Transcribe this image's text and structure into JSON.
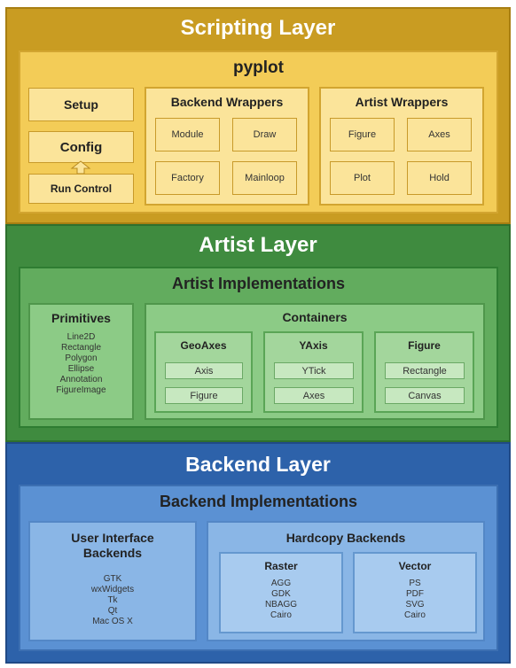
{
  "scripting_layer": {
    "title": "Scripting Layer",
    "pyplot": {
      "title": "pyplot",
      "setup": "Setup",
      "config": "Config",
      "run_control": "Run Control",
      "backend_wrappers": {
        "title": "Backend Wrappers",
        "items": [
          "Module",
          "Draw",
          "Factory",
          "Mainloop"
        ]
      },
      "artist_wrappers": {
        "title": "Artist Wrappers",
        "items": [
          "Figure",
          "Axes",
          "Plot",
          "Hold"
        ]
      }
    }
  },
  "artist_layer": {
    "title": "Artist Layer",
    "implementations": {
      "title": "Artist Implementations",
      "primitives": {
        "title": "Primitives",
        "items": [
          "Line2D",
          "Rectangle",
          "Polygon",
          "Ellipse",
          "Annotation",
          "FigureImage"
        ]
      },
      "containers": {
        "title": "Containers",
        "geoaxes": {
          "title": "GeoAxes",
          "items": [
            "Axis",
            "Figure"
          ]
        },
        "yaxis": {
          "title": "YAxis",
          "items": [
            "YTick",
            "Axes"
          ]
        },
        "figure": {
          "title": "Figure",
          "items": [
            "Rectangle",
            "Canvas"
          ]
        }
      }
    }
  },
  "backend_layer": {
    "title": "Backend Layer",
    "implementations": {
      "title": "Backend Implementations",
      "ui": {
        "title_line1": "User Interface",
        "title_line2": "Backends",
        "items": [
          "GTK",
          "wxWidgets",
          "Tk",
          "Qt",
          "Mac OS X"
        ]
      },
      "hardcopy": {
        "title": "Hardcopy Backends",
        "raster": {
          "title": "Raster",
          "items": [
            "AGG",
            "GDK",
            "NBAGG",
            "Cairo"
          ]
        },
        "vector": {
          "title": "Vector",
          "items": [
            "PS",
            "PDF",
            "SVG",
            "Cairo"
          ]
        }
      }
    }
  },
  "colors": {
    "scripting": "#c99c22",
    "artist": "#3f8b3f",
    "backend": "#2d62aa"
  }
}
